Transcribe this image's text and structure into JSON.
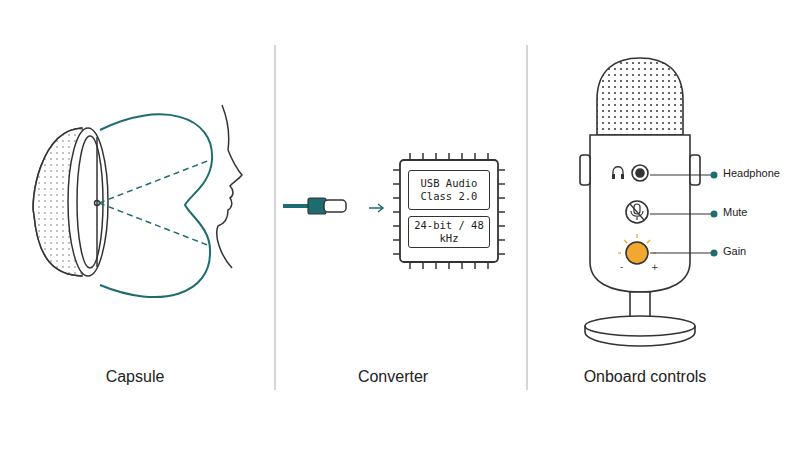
{
  "diagram": {
    "nodes": [
      {
        "text": [
          "USB Audio Class 2.0"
        ]
      },
      {
        "text": [
          "24-bit / 48 kHz"
        ]
      }
    ],
    "labels": [
      "Capsule",
      "Converter",
      "Onboard controls",
      "Headphone",
      "Mute",
      "Gain"
    ]
  }
}
